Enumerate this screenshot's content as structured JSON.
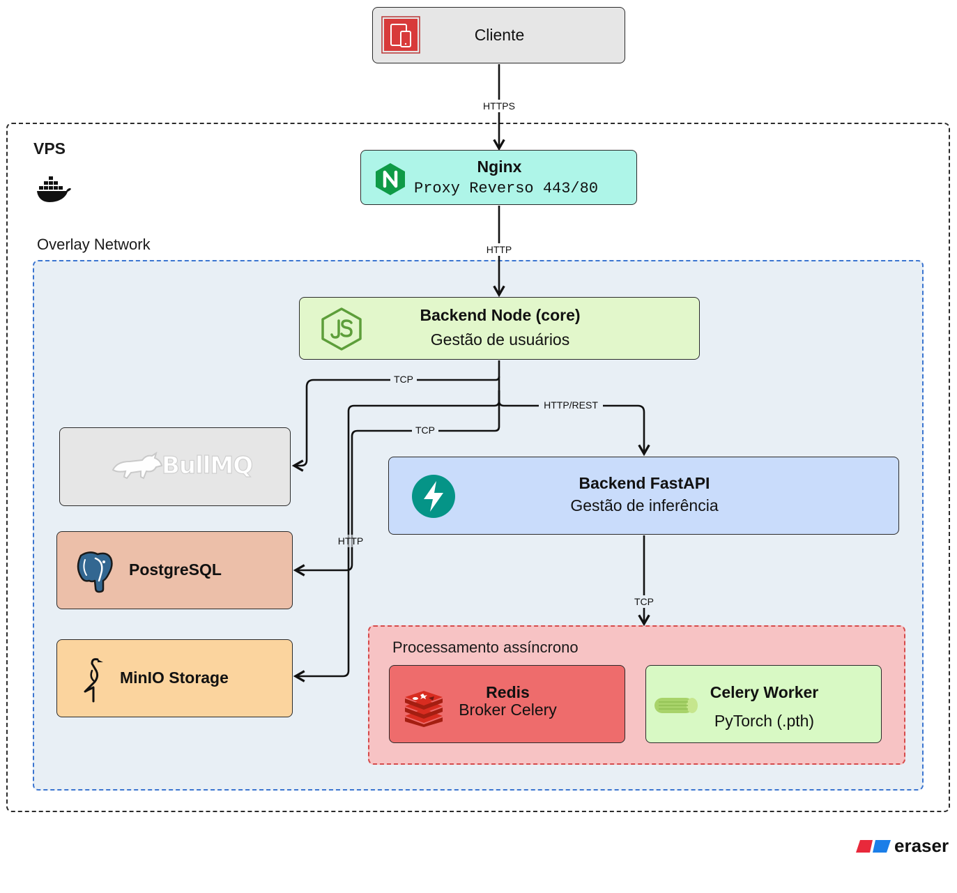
{
  "groups": {
    "vps": "VPS",
    "overlay": "Overlay Network",
    "async": "Processamento assíncrono"
  },
  "nodes": {
    "cliente": {
      "title": "Cliente"
    },
    "nginx": {
      "title": "Nginx",
      "subtitle": "Proxy Reverso 443/80"
    },
    "node_backend": {
      "title": "Backend Node (core)",
      "subtitle": "Gestão de usuários"
    },
    "bullmq": {
      "title": "BullMQ"
    },
    "postgres": {
      "title": "PostgreSQL"
    },
    "minio": {
      "title": "MinIO Storage"
    },
    "fastapi": {
      "title": "Backend FastAPI",
      "subtitle": "Gestão de inferência"
    },
    "redis": {
      "title": "Redis",
      "subtitle": "Broker Celery"
    },
    "celery": {
      "title": "Celery Worker",
      "subtitle": "PyTorch (.pth)"
    }
  },
  "edges": {
    "cliente_nginx": "HTTPS",
    "nginx_node": "HTTP",
    "node_bullmq": "TCP",
    "node_postgres": "TCP",
    "node_minio": "HTTP",
    "node_fastapi": "HTTP/REST",
    "fastapi_async": "TCP"
  },
  "brand": "eraser",
  "colors": {
    "cliente": "#e6e6e6",
    "nginx": "#aef5e8",
    "node_backend": "#e2f7cb",
    "bullmq": "#e6e6e6",
    "postgres": "#ecbfa9",
    "minio": "#fbd49e",
    "fastapi": "#c9dcfb",
    "redis": "#ee6c6c",
    "celery": "#d8f9c4",
    "overlay": "#e8eff5",
    "async": "#f7c3c4"
  },
  "icons": {
    "cliente": "mobile-devices-icon",
    "nginx": "nginx-icon",
    "node_backend": "nodejs-icon",
    "bullmq": "bull-icon",
    "postgres": "elephant-icon",
    "minio": "minio-bird-icon",
    "fastapi": "lightning-icon",
    "redis": "redis-icon",
    "celery": "celery-icon",
    "vps": "docker-whale-icon"
  }
}
